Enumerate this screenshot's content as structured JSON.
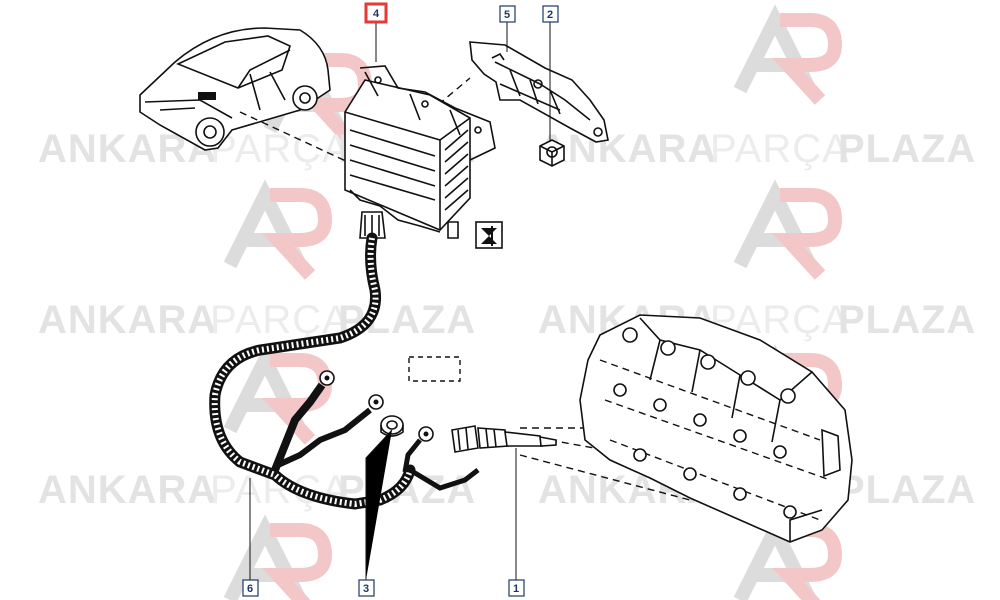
{
  "watermark": {
    "brand_bold_1": "ANKARA",
    "brand_light": "PARÇA",
    "brand_bold_2": "PLAZA",
    "logo_colors": {
      "primary": "#f3c7c7",
      "secondary": "#dcdcdc"
    }
  },
  "callouts": [
    {
      "id": "part-4",
      "label": "4",
      "highlighted": true
    },
    {
      "id": "part-5",
      "label": "5",
      "highlighted": false
    },
    {
      "id": "part-2",
      "label": "2",
      "highlighted": false
    },
    {
      "id": "part-6",
      "label": "6",
      "highlighted": false
    },
    {
      "id": "part-3",
      "label": "3",
      "highlighted": false
    },
    {
      "id": "part-1",
      "label": "1",
      "highlighted": false
    }
  ],
  "colors": {
    "highlight": "#e53935",
    "callout_border": "#1a3a66",
    "ink": "#111111"
  },
  "icons": {
    "module_symbol": "glow-plug-relay-symbol-icon",
    "empty_ref_box": "dashed-reference-box-icon"
  }
}
